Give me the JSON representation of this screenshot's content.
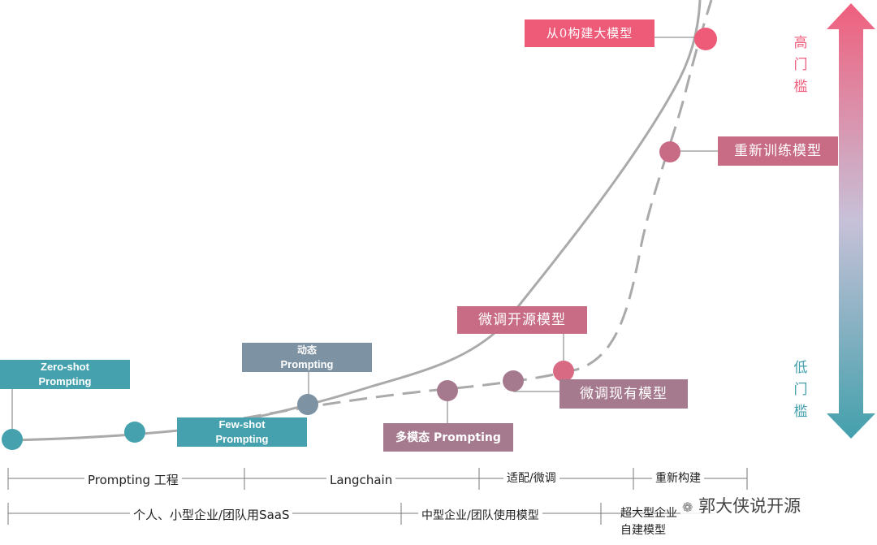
{
  "labels": {
    "from_scratch": "从0构建大模型",
    "retrain": "重新训练模型",
    "finetune_open": "微调开源模型",
    "finetune_existing": "微调现有模型",
    "multimodal": "多模态 Prompting",
    "dynamic_line1": "动态",
    "dynamic_line2": "Prompting",
    "zero_shot_line1": "Zero-shot",
    "zero_shot_line2": "Prompting",
    "few_shot_line1": "Few-shot",
    "few_shot_line2": "Prompting"
  },
  "threshold": {
    "high": [
      "高",
      "门",
      "槛"
    ],
    "low": [
      "低",
      "门",
      "槛"
    ]
  },
  "stages": [
    "Prompting 工程",
    "Langchain",
    "适配/微调",
    "重新构建"
  ],
  "users": [
    "个人、小型企业/团队用SaaS",
    "中型企业/团队使用模型",
    "超大型企业",
    "自建模型"
  ],
  "watermark": "郭大侠说开源",
  "colors": {
    "teal": "#44a1ad",
    "slate": "#7d92a3",
    "mauve": "#a67a8e",
    "rose": "#c86b85",
    "red": "#ed5b79",
    "curve": "#aaaaaa"
  }
}
